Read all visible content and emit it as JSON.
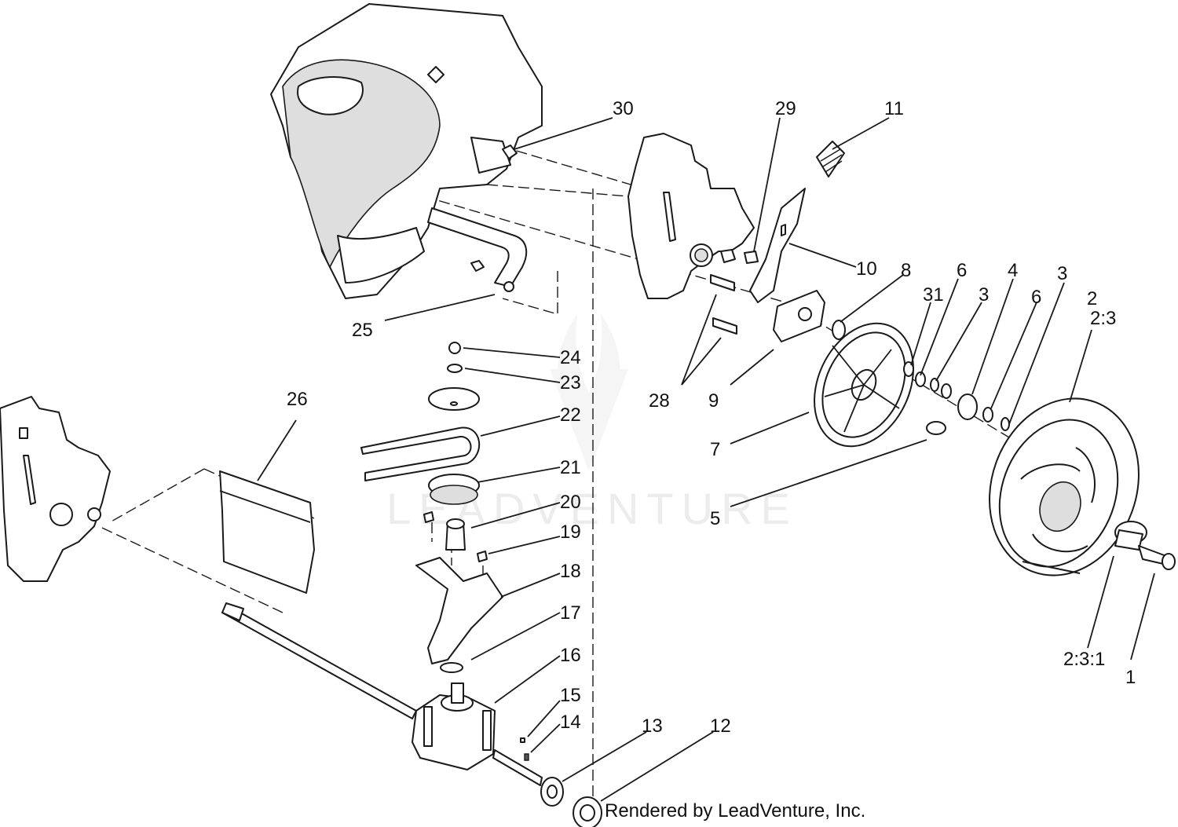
{
  "diagram": {
    "watermark": "LEADVENTURE",
    "credit": "Rendered by LeadVenture, Inc.",
    "callouts": {
      "c30": "30",
      "c29": "29",
      "c11": "11",
      "c10": "10",
      "c8": "8",
      "c6a": "6",
      "c4": "4",
      "c3a": "3",
      "c31": "31",
      "c3b": "3",
      "c6b": "6",
      "c2": "2",
      "c2_3": "2:3",
      "c25": "25",
      "c24": "24",
      "c23": "23",
      "c22": "22",
      "c21": "21",
      "c20": "20",
      "c19": "19",
      "c18": "18",
      "c17": "17",
      "c16": "16",
      "c15": "15",
      "c14": "14",
      "c13": "13",
      "c12": "12",
      "c28": "28",
      "c9": "9",
      "c7": "7",
      "c5": "5",
      "c26": "26",
      "c2_3_1": "2:3:1",
      "c1": "1"
    }
  },
  "colors": {
    "line": "#1a1a1a",
    "shade": "#dedede",
    "watermark": "#ececec"
  }
}
